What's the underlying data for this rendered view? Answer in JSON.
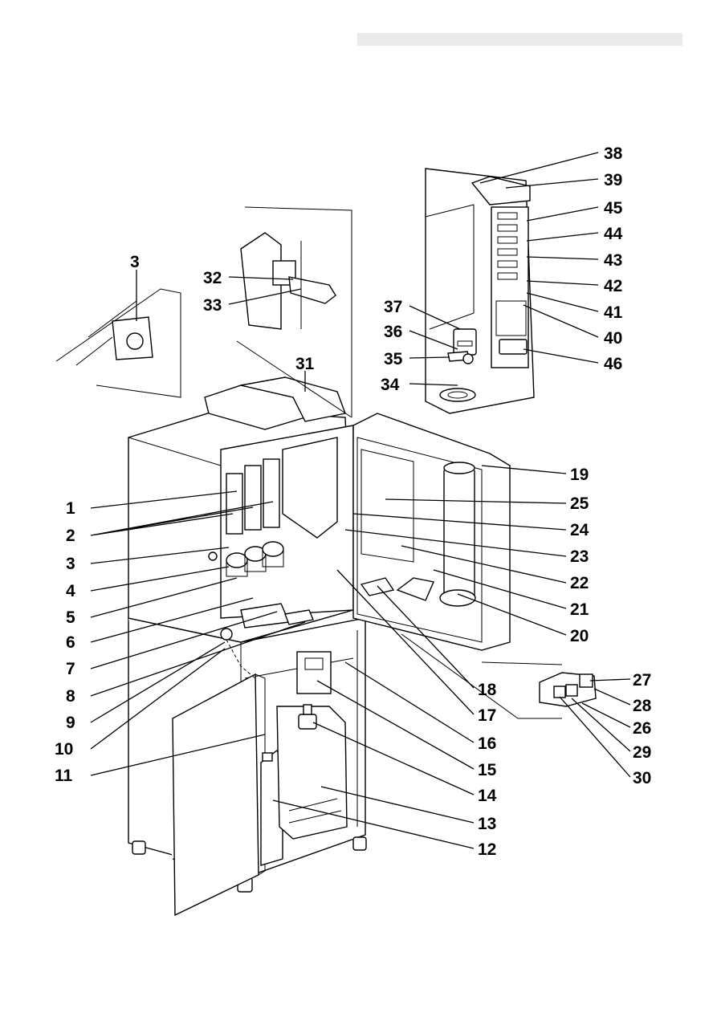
{
  "header": {
    "bar": ""
  },
  "labels_left": [
    "1",
    "2",
    "3",
    "4",
    "5",
    "6",
    "7",
    "8",
    "9",
    "10",
    "11"
  ],
  "labels_right": [
    "19",
    "25",
    "24",
    "23",
    "22",
    "21",
    "20"
  ],
  "labels_bottom": [
    "18",
    "17",
    "16",
    "15",
    "14",
    "13",
    "12"
  ],
  "labels_panel": [
    "38",
    "39",
    "45",
    "44",
    "43",
    "42",
    "41",
    "40",
    "46"
  ],
  "labels_door": [
    "37",
    "36",
    "35",
    "34"
  ],
  "labels_top": [
    "3",
    "32",
    "33",
    "31"
  ],
  "labels_module": [
    "27",
    "28",
    "26",
    "29",
    "30"
  ],
  "colors": {
    "ink": "#000000",
    "background": "#ffffff",
    "header_bar": "#ebebeb"
  }
}
